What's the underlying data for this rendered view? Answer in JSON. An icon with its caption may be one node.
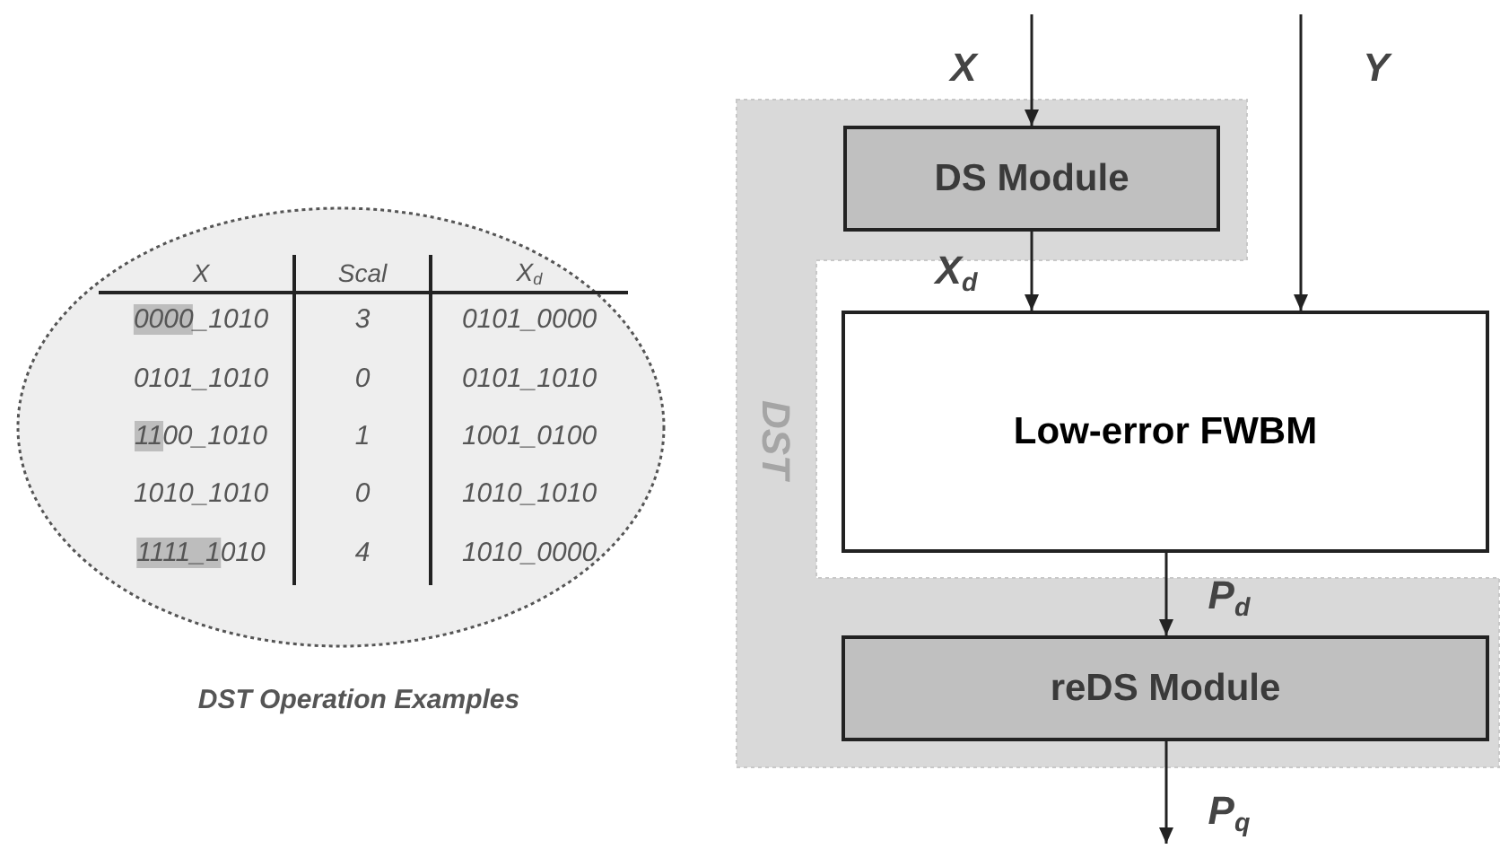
{
  "diagram": {
    "nodes": [
      {
        "text": [
          "DST"
        ]
      },
      {
        "text": [
          "DS Module"
        ],
        "in": 0
      },
      {
        "text": [
          "Low-error FWBM"
        ]
      },
      {
        "text": [
          "reDS Module"
        ],
        "in": 0
      }
    ],
    "edges": [
      {
        "from": null,
        "to": 1,
        "arrow": "to",
        "label": "X"
      },
      {
        "from": 1,
        "to": 2,
        "arrow": "to",
        "label": "X$_{d}$"
      },
      {
        "from": null,
        "to": 2,
        "arrow": "to",
        "label": "Y"
      },
      {
        "from": 2,
        "to": 3,
        "arrow": "to",
        "label": "P$_{d}$"
      },
      {
        "from": 3,
        "to": null,
        "arrow": "to",
        "label": "P$_{q}$"
      }
    ],
    "labels": [
      "X",
      "Scal",
      "X$_{d}$",
      "0000_1010",
      "3",
      "0101_0000",
      "0101_1010",
      "0",
      "0101_1010",
      "1100_1010",
      "1",
      "1001_0100",
      "1010_1010",
      "0",
      "1010_1010",
      "1111_1010",
      "4",
      "1010_0000",
      "DST Operation Examples"
    ]
  }
}
